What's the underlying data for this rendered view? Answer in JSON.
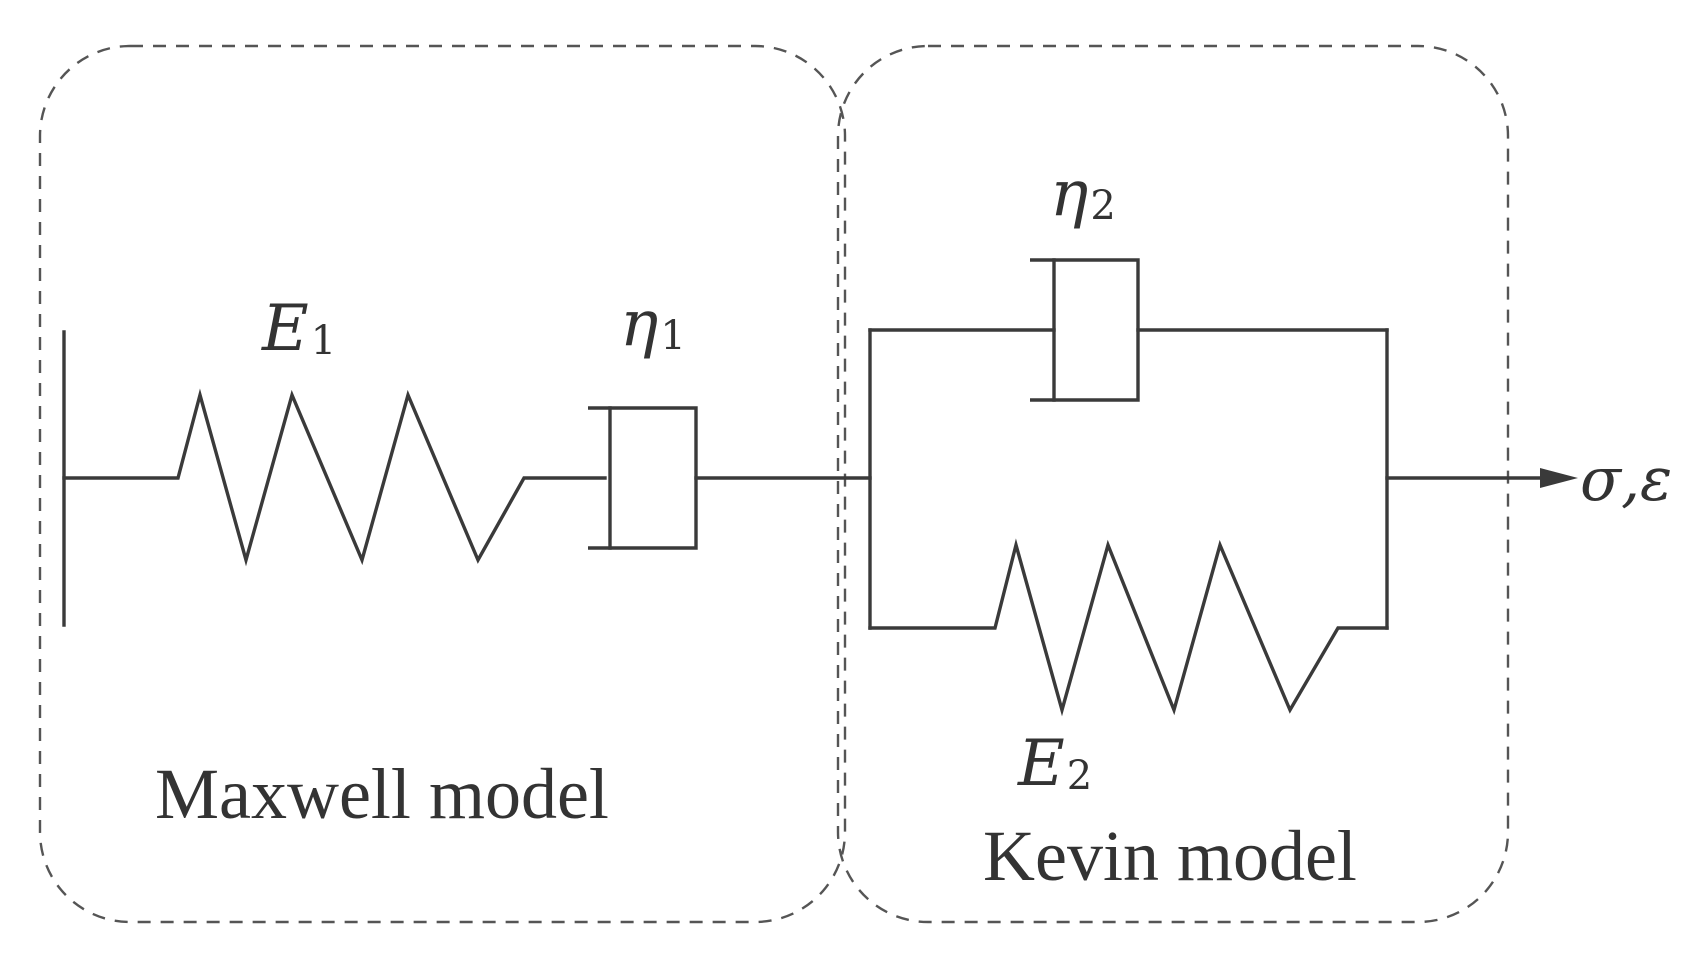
{
  "groups": {
    "maxwell": {
      "caption": "Maxwell model",
      "spring": {
        "symbol": "E",
        "subscript": "1"
      },
      "dashpot": {
        "symbol": "η",
        "subscript": "1"
      }
    },
    "kelvin": {
      "caption": "Kevin model",
      "spring": {
        "symbol": "E",
        "subscript": "2"
      },
      "dashpot": {
        "symbol": "η",
        "subscript": "2"
      }
    }
  },
  "output": {
    "label": "σ,ε"
  }
}
